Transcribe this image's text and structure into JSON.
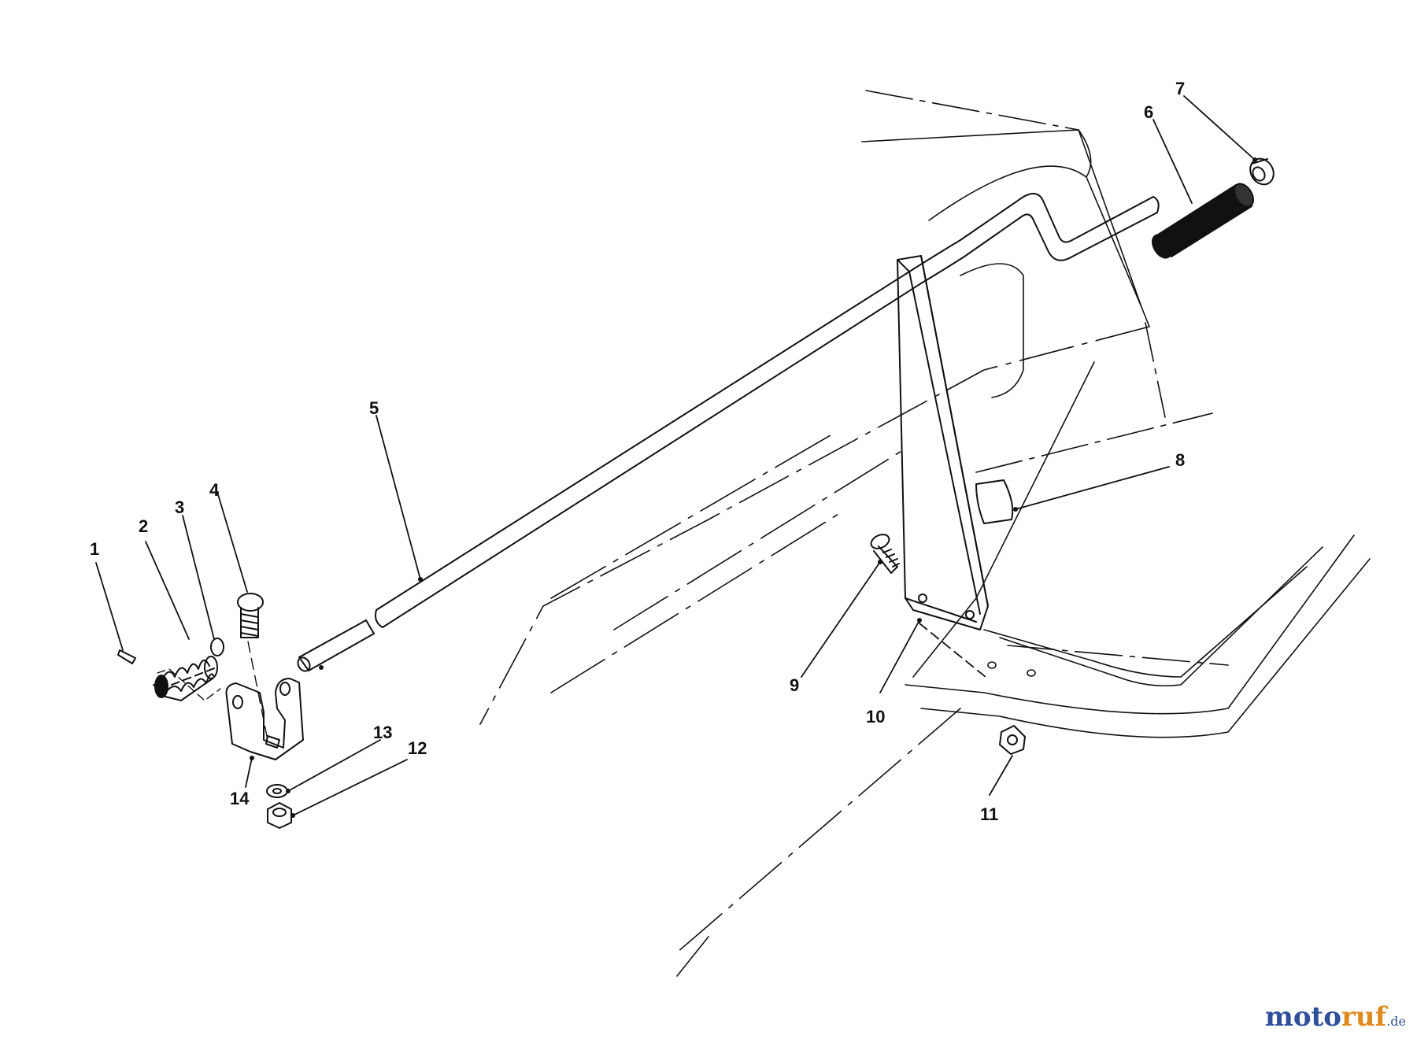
{
  "callouts": [
    {
      "label": "1"
    },
    {
      "label": "2"
    },
    {
      "label": "3"
    },
    {
      "label": "4"
    },
    {
      "label": "5"
    },
    {
      "label": "6"
    },
    {
      "label": "7"
    },
    {
      "label": "8"
    },
    {
      "label": "9"
    },
    {
      "label": "10"
    },
    {
      "label": "11"
    },
    {
      "label": "12"
    },
    {
      "label": "13"
    },
    {
      "label": "14"
    }
  ],
  "watermark": {
    "main": "moto",
    "accent": "ruf",
    "tld": ".de"
  },
  "colors": {
    "ink": "#111111",
    "watermark_blue": "#2f4f9a",
    "watermark_orange": "#e08a1e"
  }
}
